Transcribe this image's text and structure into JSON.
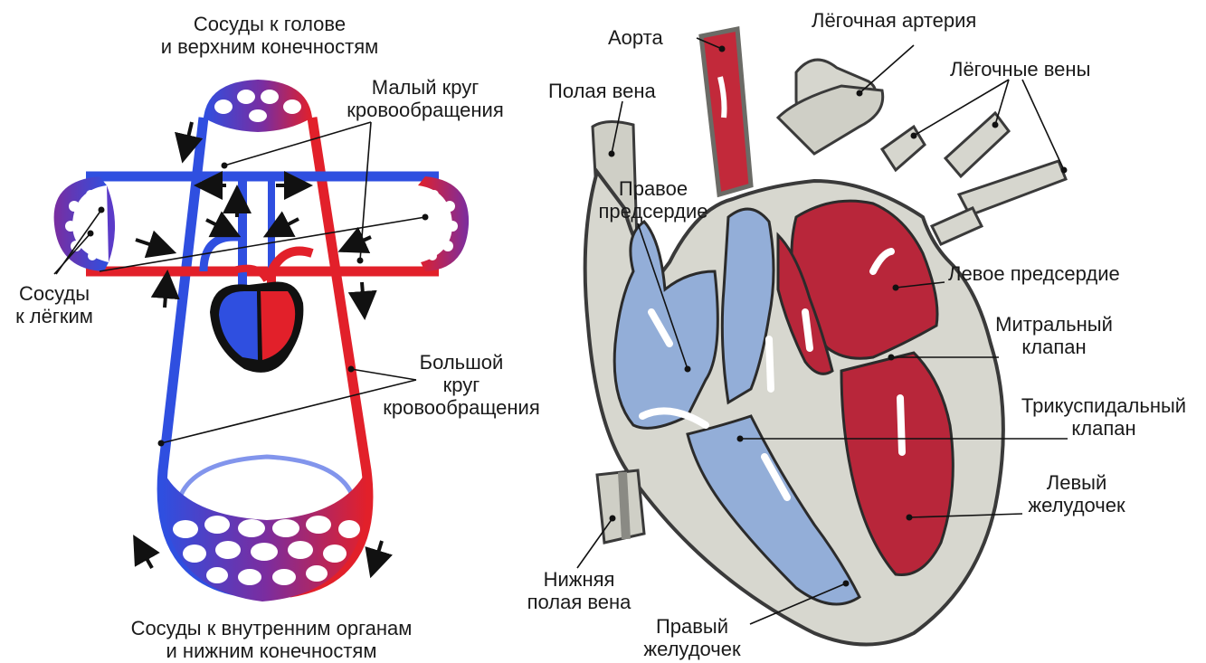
{
  "circulation": {
    "head_vessels": [
      "Сосуды к голове",
      "и верхним конечностям"
    ],
    "pulmonary_circuit": [
      "Малый круг",
      "кровообращения"
    ],
    "lung_vessels": [
      "Сосуды",
      "к лёгким"
    ],
    "systemic_circuit": [
      "Большой",
      "круг",
      "кровообращения"
    ],
    "organ_vessels": [
      "Сосуды к внутренним органам",
      "и нижним конечностям"
    ]
  },
  "heart": {
    "aorta": "Аорта",
    "pulmonary_artery": "Лёгочная артерия",
    "pulmonary_veins": "Лёгочные вены",
    "vena_cava": "Полая вена",
    "right_atrium": [
      "Правое",
      "предсердие"
    ],
    "left_atrium": "Левое предсердие",
    "mitral_valve": [
      "Митральный",
      "клапан"
    ],
    "tricuspid_valve": [
      "Трикуспидальный",
      "клапан"
    ],
    "left_ventricle": [
      "Левый",
      "желудочек"
    ],
    "inferior_vena_cava": [
      "Нижняя",
      "полая вена"
    ],
    "right_ventricle": [
      "Правый",
      "желудочек"
    ]
  },
  "colors": {
    "arterial": "#e2202a",
    "venous": "#2f4fe0",
    "capillary": "#7a2da0",
    "heart_red": "#b8263a",
    "heart_blue": "#93aed8",
    "vessel_gray": "#d6d6ce"
  }
}
